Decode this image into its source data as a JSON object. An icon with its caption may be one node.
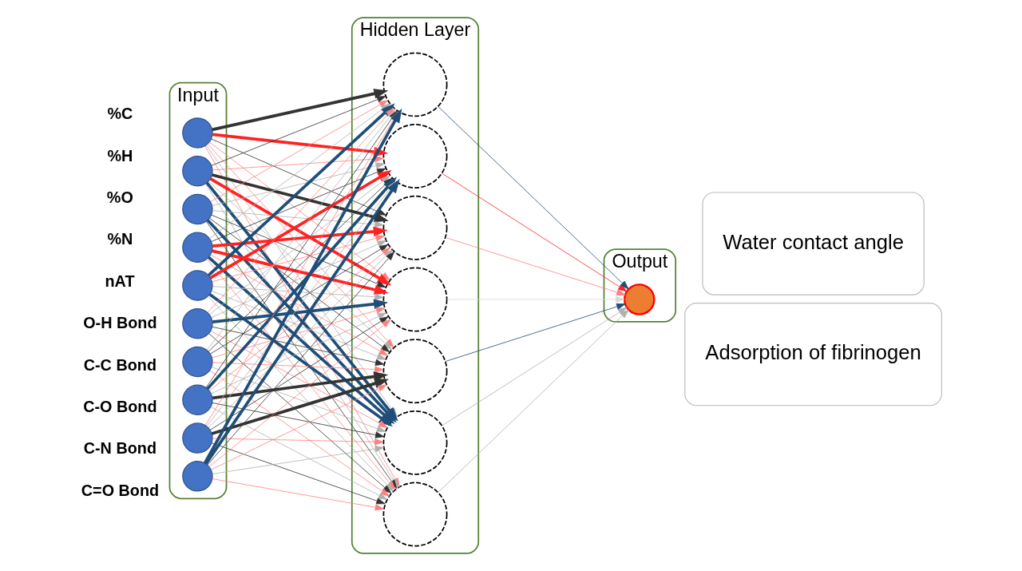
{
  "diagram": {
    "nodes": [
      {
        "text": [
          "Input"
        ]
      },
      {
        "text": [],
        "shape": "circle",
        "in": 0,
        "beside": [
          "%C"
        ]
      },
      {
        "text": [],
        "shape": "circle",
        "in": 0,
        "beside": [
          "%H"
        ]
      },
      {
        "text": [],
        "shape": "circle",
        "in": 0,
        "beside": [
          "%O"
        ]
      },
      {
        "text": [],
        "shape": "circle",
        "in": 0,
        "beside": [
          "%N"
        ]
      },
      {
        "text": [],
        "shape": "circle",
        "in": 0,
        "beside": [
          "nAT"
        ]
      },
      {
        "text": [],
        "shape": "circle",
        "in": 0,
        "beside": [
          "O-H Bond"
        ]
      },
      {
        "text": [],
        "shape": "circle",
        "in": 0,
        "beside": [
          "C-C Bond"
        ]
      },
      {
        "text": [],
        "shape": "circle",
        "in": 0,
        "beside": [
          "C-O Bond"
        ]
      },
      {
        "text": [],
        "shape": "circle",
        "in": 0,
        "beside": [
          "C-N Bond"
        ]
      },
      {
        "text": [],
        "shape": "circle",
        "in": 0,
        "beside": [
          "C=O Bond"
        ]
      },
      {
        "text": [
          "Hidden Layer"
        ]
      },
      {
        "text": [],
        "shape": "circle",
        "in": 11
      },
      {
        "text": [],
        "shape": "circle",
        "in": 11
      },
      {
        "text": [],
        "shape": "circle",
        "in": 11
      },
      {
        "text": [],
        "shape": "circle",
        "in": 11
      },
      {
        "text": [],
        "shape": "circle",
        "in": 11
      },
      {
        "text": [],
        "shape": "circle",
        "in": 11
      },
      {
        "text": [],
        "shape": "circle",
        "in": 11
      },
      {
        "text": [
          "Output"
        ]
      },
      {
        "text": [],
        "shape": "circle",
        "in": 19
      },
      {
        "text": [
          "Water contact angle"
        ]
      },
      {
        "text": [
          "Adsorption of fibrinogen"
        ]
      }
    ],
    "edges": [
      {
        "from": 1,
        "to": 12,
        "arrow": "to",
        "color": "#ff8080"
      },
      {
        "from": 1,
        "to": 13,
        "arrow": "to",
        "color": "#b0b0b0"
      },
      {
        "from": 1,
        "to": 14,
        "arrow": "to",
        "style": "thick",
        "color": "#ff2222"
      },
      {
        "from": 1,
        "to": 15,
        "arrow": "to",
        "color": "#ff8080"
      },
      {
        "from": 1,
        "to": 16,
        "arrow": "to",
        "style": "thick",
        "color": "#333333"
      },
      {
        "from": 1,
        "to": 17,
        "arrow": "to",
        "color": "#333333"
      },
      {
        "from": 1,
        "to": 18,
        "arrow": "to",
        "color": "#ff8080"
      },
      {
        "from": 2,
        "to": 12,
        "arrow": "to",
        "color": "#b0b0b0"
      },
      {
        "from": 2,
        "to": 13,
        "arrow": "to",
        "style": "thick",
        "color": "#1f4e79"
      },
      {
        "from": 2,
        "to": 14,
        "arrow": "to",
        "color": "#ff8080"
      },
      {
        "from": 2,
        "to": 15,
        "arrow": "to",
        "style": "thick",
        "color": "#ff2222"
      },
      {
        "from": 2,
        "to": 16,
        "arrow": "to",
        "color": "#333333"
      },
      {
        "from": 2,
        "to": 17,
        "arrow": "to",
        "style": "thick",
        "color": "#333333"
      },
      {
        "from": 2,
        "to": 18,
        "arrow": "to",
        "color": "#b0b0b0"
      },
      {
        "from": 3,
        "to": 12,
        "arrow": "to",
        "color": "#333333"
      },
      {
        "from": 3,
        "to": 13,
        "arrow": "to",
        "style": "thick",
        "color": "#1f4e79"
      },
      {
        "from": 3,
        "to": 14,
        "arrow": "to",
        "color": "#b0b0b0"
      },
      {
        "from": 3,
        "to": 15,
        "arrow": "to",
        "color": "#333333"
      },
      {
        "from": 3,
        "to": 16,
        "arrow": "to",
        "color": "#ff8080"
      },
      {
        "from": 3,
        "to": 17,
        "arrow": "to",
        "color": "#b0b0b0"
      },
      {
        "from": 3,
        "to": 18,
        "arrow": "to",
        "color": "#333333"
      },
      {
        "from": 4,
        "to": 12,
        "arrow": "to",
        "color": "#ff8080"
      },
      {
        "from": 4,
        "to": 13,
        "arrow": "to",
        "style": "thick",
        "color": "#1f4e79"
      },
      {
        "from": 4,
        "to": 14,
        "arrow": "to",
        "color": "#333333"
      },
      {
        "from": 4,
        "to": 15,
        "arrow": "to",
        "style": "thick",
        "color": "#ff2222"
      },
      {
        "from": 4,
        "to": 16,
        "arrow": "to",
        "color": "#b0b0b0"
      },
      {
        "from": 4,
        "to": 17,
        "arrow": "to",
        "style": "thick",
        "color": "#ff2222"
      },
      {
        "from": 4,
        "to": 18,
        "arrow": "to",
        "color": "#ff8080"
      },
      {
        "from": 5,
        "to": 12,
        "arrow": "to",
        "color": "#b0b0b0"
      },
      {
        "from": 5,
        "to": 13,
        "arrow": "to",
        "style": "thick",
        "color": "#1f4e79"
      },
      {
        "from": 5,
        "to": 14,
        "arrow": "to",
        "style": "thick",
        "color": "#ff2222"
      },
      {
        "from": 5,
        "to": 15,
        "arrow": "to",
        "color": "#b0b0b0"
      },
      {
        "from": 5,
        "to": 16,
        "arrow": "to",
        "style": "thick",
        "color": "#1f4e79"
      },
      {
        "from": 5,
        "to": 17,
        "arrow": "to",
        "color": "#ff8080"
      },
      {
        "from": 5,
        "to": 18,
        "arrow": "to",
        "color": "#b0b0b0"
      },
      {
        "from": 6,
        "to": 12,
        "arrow": "to",
        "color": "#333333"
      },
      {
        "from": 6,
        "to": 13,
        "arrow": "to",
        "color": "#ff8080"
      },
      {
        "from": 6,
        "to": 14,
        "arrow": "to",
        "color": "#b0b0b0"
      },
      {
        "from": 6,
        "to": 15,
        "arrow": "to",
        "style": "thick",
        "color": "#1f4e79"
      },
      {
        "from": 6,
        "to": 16,
        "arrow": "to",
        "color": "#ff8080"
      },
      {
        "from": 6,
        "to": 17,
        "arrow": "to",
        "color": "#b0b0b0"
      },
      {
        "from": 6,
        "to": 18,
        "arrow": "to",
        "color": "#333333"
      },
      {
        "from": 7,
        "to": 12,
        "arrow": "to",
        "color": "#ff8080"
      },
      {
        "from": 7,
        "to": 13,
        "arrow": "to",
        "color": "#b0b0b0"
      },
      {
        "from": 7,
        "to": 14,
        "arrow": "to",
        "color": "#333333"
      },
      {
        "from": 7,
        "to": 15,
        "arrow": "to",
        "color": "#ff8080"
      },
      {
        "from": 7,
        "to": 16,
        "arrow": "to",
        "color": "#b0b0b0"
      },
      {
        "from": 7,
        "to": 17,
        "arrow": "to",
        "color": "#333333"
      },
      {
        "from": 7,
        "to": 18,
        "arrow": "to",
        "color": "#ff8080"
      },
      {
        "from": 8,
        "to": 12,
        "arrow": "to",
        "color": "#b0b0b0"
      },
      {
        "from": 8,
        "to": 13,
        "arrow": "to",
        "color": "#333333"
      },
      {
        "from": 8,
        "to": 14,
        "arrow": "to",
        "style": "thick",
        "color": "#1f4e79"
      },
      {
        "from": 8,
        "to": 15,
        "arrow": "to",
        "color": "#b0b0b0"
      },
      {
        "from": 8,
        "to": 16,
        "arrow": "to",
        "color": "#333333"
      },
      {
        "from": 8,
        "to": 17,
        "arrow": "to",
        "color": "#ff8080"
      },
      {
        "from": 8,
        "to": 18,
        "arrow": "to",
        "style": "thick",
        "color": "#333333"
      },
      {
        "from": 9,
        "to": 12,
        "arrow": "to",
        "color": "#333333"
      },
      {
        "from": 9,
        "to": 13,
        "arrow": "to",
        "color": "#ff8080"
      },
      {
        "from": 9,
        "to": 14,
        "arrow": "to",
        "color": "#b0b0b0"
      },
      {
        "from": 9,
        "to": 15,
        "arrow": "to",
        "color": "#333333"
      },
      {
        "from": 9,
        "to": 16,
        "arrow": "to",
        "color": "#ff8080"
      },
      {
        "from": 9,
        "to": 17,
        "arrow": "to",
        "color": "#b0b0b0"
      },
      {
        "from": 9,
        "to": 18,
        "arrow": "to",
        "style": "thick",
        "color": "#333333"
      },
      {
        "from": 10,
        "to": 12,
        "arrow": "to",
        "color": "#ff8080"
      },
      {
        "from": 10,
        "to": 13,
        "arrow": "to",
        "color": "#b0b0b0"
      },
      {
        "from": 10,
        "to": 14,
        "arrow": "to",
        "style": "thick",
        "color": "#1f4e79"
      },
      {
        "from": 10,
        "to": 15,
        "arrow": "to",
        "color": "#ff8080"
      },
      {
        "from": 10,
        "to": 16,
        "arrow": "to",
        "style": "thick",
        "color": "#1f4e79"
      },
      {
        "from": 10,
        "to": 17,
        "arrow": "to",
        "color": "#333333"
      },
      {
        "from": 10,
        "to": 18,
        "arrow": "to",
        "color": "#ff8080"
      },
      {
        "from": 12,
        "to": 20,
        "arrow": "to",
        "color": "#b0b0b0"
      },
      {
        "from": 13,
        "to": 20,
        "arrow": "to",
        "color": "#b0b0b0"
      },
      {
        "from": 14,
        "to": 20,
        "arrow": "to",
        "color": "#ff2222"
      },
      {
        "from": 15,
        "to": 20,
        "arrow": "to",
        "color": "#d9d9d9"
      },
      {
        "from": 16,
        "to": 20,
        "arrow": "to",
        "color": "#1f4e79"
      },
      {
        "from": 17,
        "to": 20,
        "arrow": "to",
        "color": "#ff8080"
      },
      {
        "from": 18,
        "to": 20,
        "arrow": "to",
        "color": "#1f4e79"
      }
    ]
  }
}
